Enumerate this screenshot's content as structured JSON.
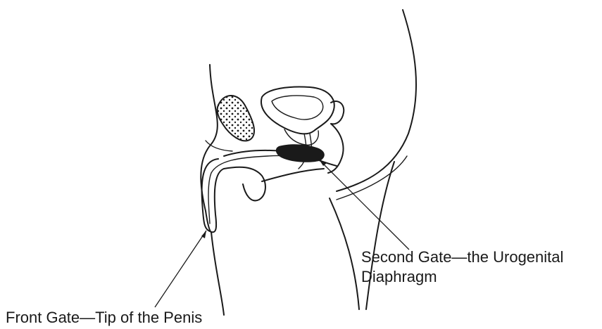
{
  "labels": {
    "second_gate_line1": "Second Gate—the Urogenital",
    "second_gate_line2": "Diaphragm",
    "front_gate": "Front Gate—Tip of the Penis"
  }
}
